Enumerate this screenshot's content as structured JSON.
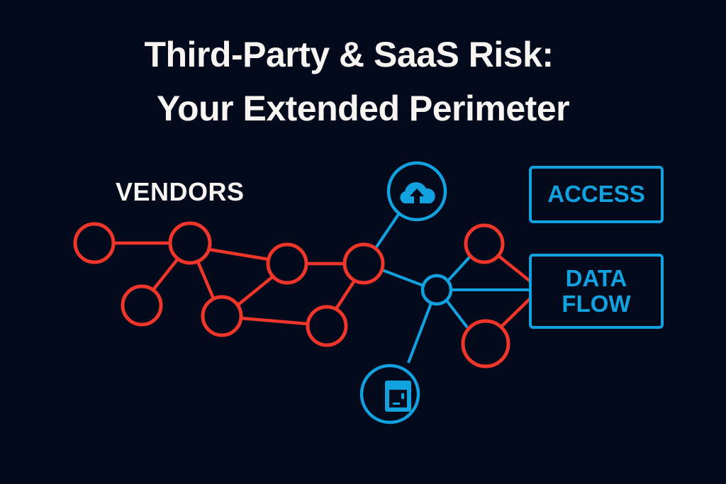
{
  "title": {
    "line1": "Third-Party & SaaS Risk:",
    "line2": "Your Extended Perimeter"
  },
  "labels": {
    "vendors": "VENDORS"
  },
  "boxes": {
    "access": "ACCESS",
    "data_flow_line1": "DATA",
    "data_flow_line2": "FLOW"
  },
  "icons": {
    "cloud": "cloud-upload-icon",
    "document": "document-icon"
  },
  "colors": {
    "background": "#020a1c",
    "vendor_red": "#f0362a",
    "saas_blue": "#12a2e0",
    "text": "#f8f4f2"
  }
}
